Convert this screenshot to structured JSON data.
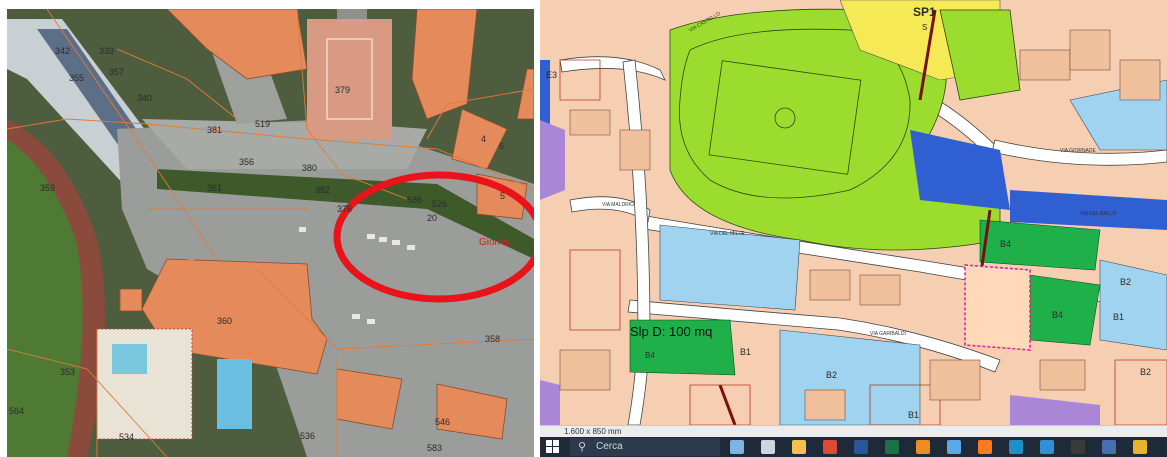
{
  "aerial": {
    "parcels": [
      "342",
      "339",
      "355",
      "357",
      "340",
      "379",
      "381",
      "519",
      "356",
      "380",
      "361",
      "382",
      "359",
      "376",
      "586",
      "526",
      "5",
      "360",
      "358",
      "353",
      "534",
      "536",
      "546",
      "583",
      "564",
      "4",
      "6",
      "20"
    ],
    "street_label": "Giorna"
  },
  "zoning": {
    "top_label": "SP1",
    "sub_label": "S",
    "zone_codes": [
      "E3",
      "B4",
      "B4",
      "B2",
      "B1",
      "B1",
      "B4",
      "B2",
      "B1",
      "B2"
    ],
    "slp_note": "Slp D: 100 mq",
    "scale_readout": "1.600 x 850 mm",
    "street_labels": [
      "VIA CASTELLO",
      "VIA MALDRIO",
      "VIA GIORNADE",
      "VIA DEL MILLE",
      "VIA GARIBALDI",
      "VIA DEL BALLO"
    ]
  },
  "taskbar": {
    "search_placeholder": "Cerca",
    "apps": [
      {
        "name": "widgets-icon",
        "color": "#7fb3e0"
      },
      {
        "name": "task-view-icon",
        "color": "#cfd6de"
      },
      {
        "name": "file-explorer-icon",
        "color": "#f2c14e"
      },
      {
        "name": "chrome-icon",
        "color": "#e0483c"
      },
      {
        "name": "word-icon",
        "color": "#2b5797"
      },
      {
        "name": "excel-icon",
        "color": "#1e7145"
      },
      {
        "name": "app-orange-icon",
        "color": "#f08c1e"
      },
      {
        "name": "app-globe-icon",
        "color": "#5aa9e6"
      },
      {
        "name": "firefox-icon",
        "color": "#ff7b1c"
      },
      {
        "name": "edge-icon",
        "color": "#1e90c8"
      },
      {
        "name": "ie-icon",
        "color": "#2f8fd8"
      },
      {
        "name": "terminal-icon",
        "color": "#3a3a3a"
      },
      {
        "name": "sipal-icon",
        "color": "#4a6fb0"
      },
      {
        "name": "files-icon",
        "color": "#e8b32b"
      }
    ]
  }
}
